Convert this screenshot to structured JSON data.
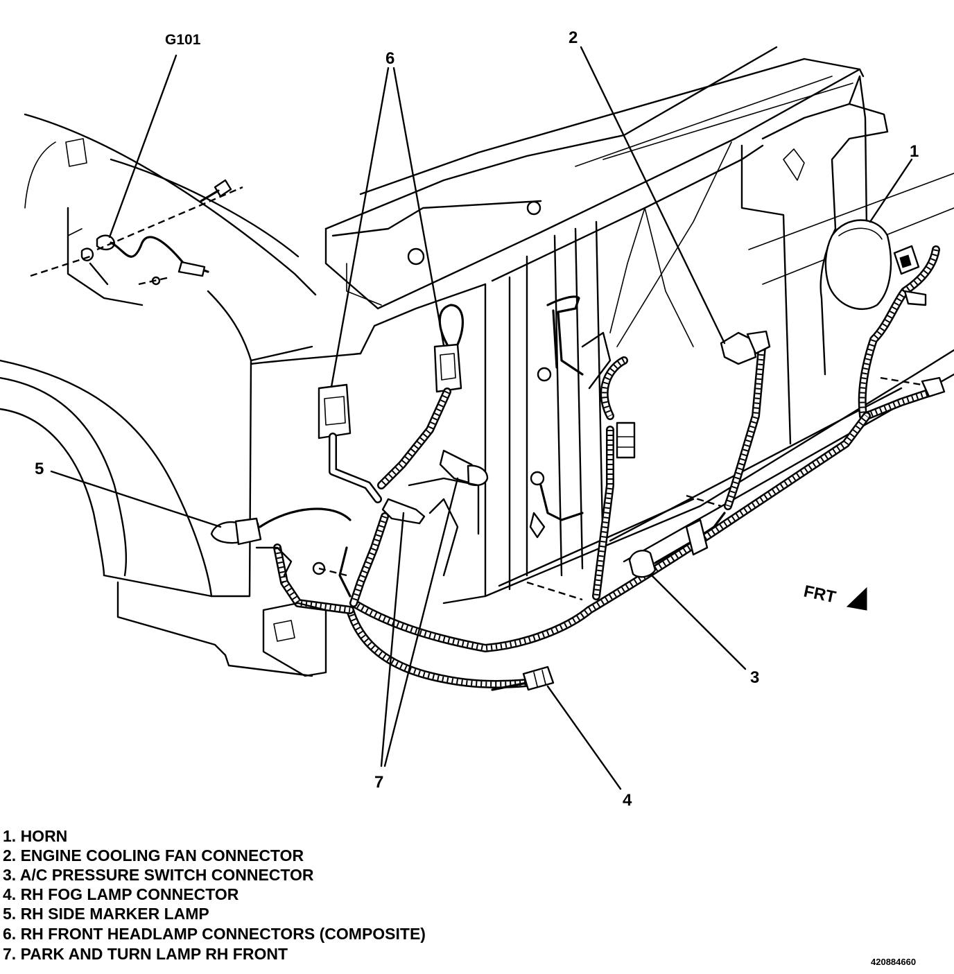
{
  "diagram": {
    "callouts": {
      "g101": "G101",
      "c1": "1",
      "c2": "2",
      "c3": "3",
      "c4": "4",
      "c5": "5",
      "c6": "6",
      "c7": "7"
    },
    "direction_label": "FRT",
    "figure_id": "420884660"
  },
  "legend": [
    "1. HORN",
    "2. ENGINE COOLING FAN CONNECTOR",
    "3. A/C PRESSURE SWITCH CONNECTOR",
    "4. RH FOG LAMP CONNECTOR",
    "5. RH SIDE MARKER LAMP",
    "6. RH FRONT HEADLAMP CONNECTORS (COMPOSITE)",
    "7. PARK AND TURN LAMP RH FRONT"
  ]
}
